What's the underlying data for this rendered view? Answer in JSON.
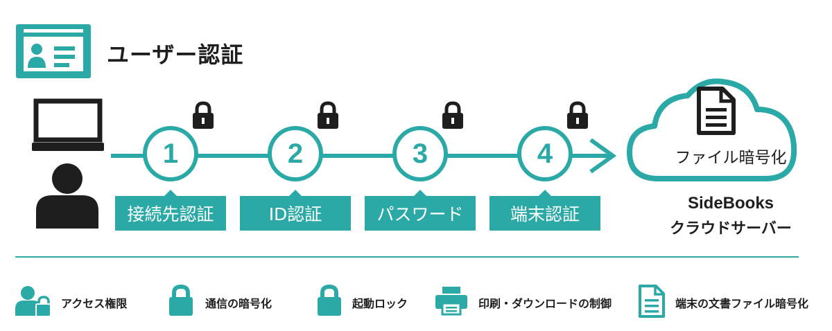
{
  "header": {
    "title": "ユーザー認証",
    "icon": "id-card-icon"
  },
  "flow": {
    "steps": [
      {
        "number": "1",
        "label": "接続先認証"
      },
      {
        "number": "2",
        "label": "ID認証"
      },
      {
        "number": "3",
        "label": "パスワード"
      },
      {
        "number": "4",
        "label": "端末認証"
      }
    ],
    "lock_icon": "lock-icon",
    "client_icons": [
      "laptop-icon",
      "user-icon"
    ]
  },
  "server": {
    "cloud_label": "ファイル暗号化",
    "name": "SideBooks",
    "description": "クラウドサーバー",
    "icon": "document-icon"
  },
  "features": [
    {
      "icon": "user-lock-icon",
      "label": "アクセス権限"
    },
    {
      "icon": "lock-icon",
      "label": "通信の暗号化"
    },
    {
      "icon": "lock-icon",
      "label": "起動ロック"
    },
    {
      "icon": "printer-icon",
      "label": "印刷・ダウンロードの制御"
    },
    {
      "icon": "document-icon",
      "label": "端末の文書ファイル暗号化"
    }
  ],
  "colors": {
    "accent": "#2aa9a6",
    "dark": "#1e1e1e",
    "background": "#ffffff"
  }
}
